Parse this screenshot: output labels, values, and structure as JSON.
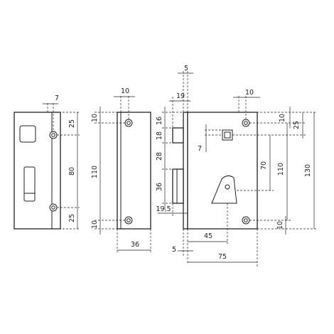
{
  "figure": "lock dimension drawing",
  "views": {
    "strike_plate": {
      "labels": {
        "top": "7",
        "upper_gap": "25",
        "middle_gap": "80",
        "lower_gap": "25"
      }
    },
    "side_plate": {
      "labels": {
        "top": "10",
        "upper": "10",
        "height": "110",
        "lower": "10",
        "bottom": "36"
      }
    },
    "front_profile": {
      "labels": {
        "offset": "5",
        "top_width": "19",
        "d16": "16",
        "d18": "18",
        "d28": "28",
        "d7": "7",
        "d36": "36",
        "d19_5": "19,5",
        "bottom_offset": "5"
      }
    },
    "lock_body": {
      "labels": {
        "top": "10",
        "d10_top": "10",
        "d25": "25",
        "d70": "70",
        "d110": "110",
        "d130": "130",
        "d10_bottom": "10",
        "d45": "45",
        "d75": "75"
      }
    }
  }
}
